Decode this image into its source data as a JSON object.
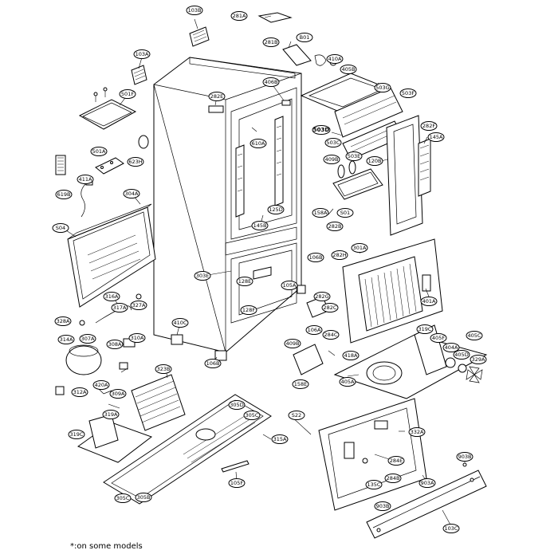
{
  "footnote": "*:on some models",
  "labels": [
    {
      "id": "103B",
      "bold": false
    },
    {
      "id": "281A",
      "bold": false
    },
    {
      "id": "281B",
      "bold": false
    },
    {
      "id": "B01",
      "bold": false
    },
    {
      "id": "410A",
      "bold": false
    },
    {
      "id": "103A",
      "bold": false
    },
    {
      "id": "406B",
      "bold": false
    },
    {
      "id": "405B",
      "bold": false
    },
    {
      "id": "503G",
      "bold": false
    },
    {
      "id": "503F",
      "bold": false
    },
    {
      "id": "501F",
      "bold": false
    },
    {
      "id": "282E",
      "bold": false
    },
    {
      "id": "503D",
      "bold": true
    },
    {
      "id": "503C",
      "bold": false
    },
    {
      "id": "503E",
      "bold": false
    },
    {
      "id": "282F",
      "bold": false
    },
    {
      "id": "145A",
      "bold": false
    },
    {
      "id": "501A",
      "bold": false
    },
    {
      "id": "623H",
      "bold": false
    },
    {
      "id": "411A",
      "bold": false
    },
    {
      "id": "619B",
      "bold": false
    },
    {
      "id": "610A",
      "bold": false
    },
    {
      "id": "409B",
      "bold": false
    },
    {
      "id": "120B",
      "bold": false
    },
    {
      "id": "304A",
      "bold": false
    },
    {
      "id": "125D",
      "bold": false
    },
    {
      "id": "158A",
      "bold": false
    },
    {
      "id": "S01",
      "bold": false
    },
    {
      "id": "S04",
      "bold": false
    },
    {
      "id": "145B",
      "bold": false
    },
    {
      "id": "282B",
      "bold": false
    },
    {
      "id": "106B",
      "bold": false
    },
    {
      "id": "301A",
      "bold": false
    },
    {
      "id": "282H",
      "bold": false
    },
    {
      "id": "303E",
      "bold": false
    },
    {
      "id": "128E",
      "bold": false
    },
    {
      "id": "105A",
      "bold": false
    },
    {
      "id": "316A",
      "bold": false
    },
    {
      "id": "317A",
      "bold": false
    },
    {
      "id": "327A",
      "bold": false
    },
    {
      "id": "128F",
      "bold": false
    },
    {
      "id": "282G",
      "bold": false
    },
    {
      "id": "282C",
      "bold": false
    },
    {
      "id": "401A",
      "bold": false
    },
    {
      "id": "328A",
      "bold": false
    },
    {
      "id": "410C",
      "bold": false
    },
    {
      "id": "106A",
      "bold": false
    },
    {
      "id": "284C",
      "bold": false
    },
    {
      "id": "314A",
      "bold": false
    },
    {
      "id": "307A",
      "bold": false
    },
    {
      "id": "308A",
      "bold": false
    },
    {
      "id": "310A",
      "bold": false
    },
    {
      "id": "409B",
      "bold": false
    },
    {
      "id": "418A",
      "bold": false
    },
    {
      "id": "319C",
      "bold": false
    },
    {
      "id": "405F",
      "bold": false
    },
    {
      "id": "405C",
      "bold": false
    },
    {
      "id": "404A",
      "bold": false
    },
    {
      "id": "405D",
      "bold": false
    },
    {
      "id": "329A",
      "bold": false
    },
    {
      "id": "106B",
      "bold": false
    },
    {
      "id": "158E",
      "bold": false
    },
    {
      "id": "405A",
      "bold": false
    },
    {
      "id": "323B",
      "bold": false
    },
    {
      "id": "312A",
      "bold": false
    },
    {
      "id": "420A",
      "bold": false
    },
    {
      "id": "309A",
      "bold": false
    },
    {
      "id": "305D",
      "bold": false
    },
    {
      "id": "305C",
      "bold": false
    },
    {
      "id": "319A",
      "bold": false
    },
    {
      "id": "S22",
      "bold": false
    },
    {
      "id": "332A",
      "bold": false
    },
    {
      "id": "319C",
      "bold": false
    },
    {
      "id": "315A",
      "bold": false
    },
    {
      "id": "284E",
      "bold": false
    },
    {
      "id": "903B",
      "bold": false
    },
    {
      "id": "105F",
      "bold": false
    },
    {
      "id": "284B",
      "bold": false
    },
    {
      "id": "135C",
      "bold": false
    },
    {
      "id": "305C",
      "bold": false
    },
    {
      "id": "305B",
      "bold": false
    },
    {
      "id": "903A",
      "bold": false
    },
    {
      "id": "903B",
      "bold": false
    },
    {
      "id": "103C",
      "bold": false
    }
  ]
}
